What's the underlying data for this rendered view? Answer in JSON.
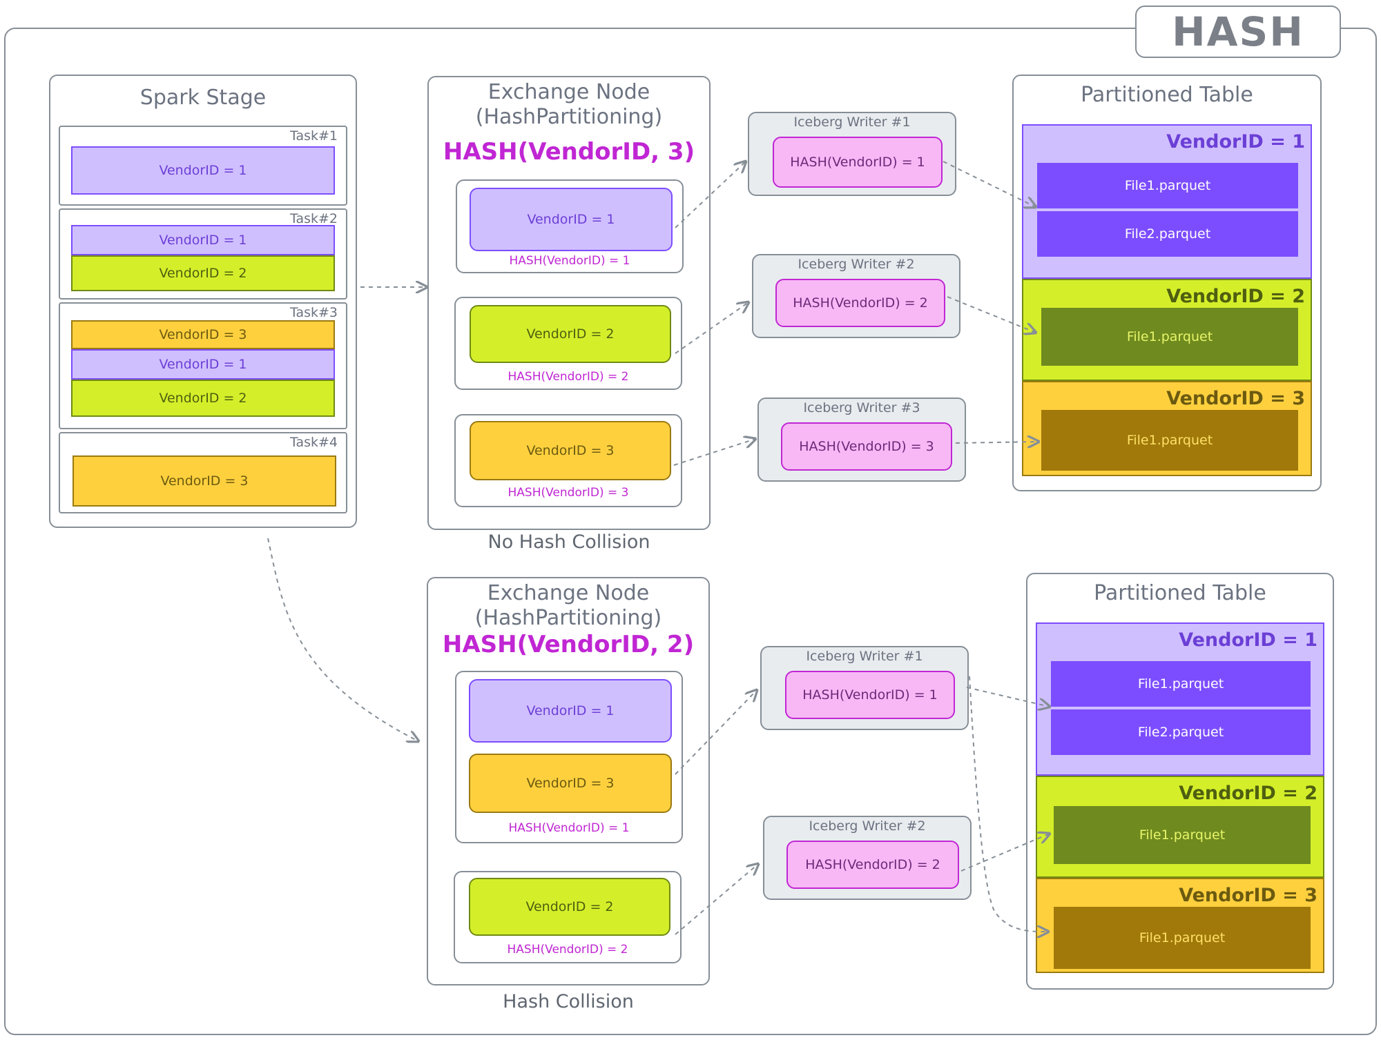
{
  "badge": "HASH",
  "spark_stage": {
    "title": "Spark Stage",
    "tasks": [
      {
        "label": "Task#1",
        "rows": [
          "VendorID = 1"
        ]
      },
      {
        "label": "Task#2",
        "rows": [
          "VendorID = 1",
          "VendorID = 2"
        ]
      },
      {
        "label": "Task#3",
        "rows": [
          "VendorID = 3",
          "VendorID = 1",
          "VendorID = 2"
        ]
      },
      {
        "label": "Task#4",
        "rows": [
          "VendorID = 3"
        ]
      }
    ]
  },
  "no_collision": {
    "exchange_title_1": "Exchange Node",
    "exchange_title_2": "(HashPartitioning)",
    "hash_func": "HASH(VendorID, 3)",
    "groups": [
      {
        "rows": [
          "VendorID = 1"
        ],
        "hash": "HASH(VendorID) = 1"
      },
      {
        "rows": [
          "VendorID = 2"
        ],
        "hash": "HASH(VendorID) = 2"
      },
      {
        "rows": [
          "VendorID = 3"
        ],
        "hash": "HASH(VendorID) = 3"
      }
    ],
    "caption": "No Hash Collision",
    "writers": [
      {
        "title": "Iceberg Writer #1",
        "value": "HASH(VendorID) = 1"
      },
      {
        "title": "Iceberg Writer #2",
        "value": "HASH(VendorID) = 2"
      },
      {
        "title": "Iceberg Writer #3",
        "value": "HASH(VendorID) = 3"
      }
    ],
    "table": {
      "title": "Partitioned Table",
      "partitions": [
        {
          "label": "VendorID = 1",
          "files": [
            "File1.parquet",
            "File2.parquet"
          ]
        },
        {
          "label": "VendorID = 2",
          "files": [
            "File1.parquet"
          ]
        },
        {
          "label": "VendorID = 3",
          "files": [
            "File1.parquet"
          ]
        }
      ]
    }
  },
  "collision": {
    "exchange_title_1": "Exchange Node",
    "exchange_title_2": "(HashPartitioning)",
    "hash_func": "HASH(VendorID, 2)",
    "groups": [
      {
        "rows": [
          "VendorID = 1",
          "VendorID = 3"
        ],
        "hash": "HASH(VendorID) = 1"
      },
      {
        "rows": [
          "VendorID = 2"
        ],
        "hash": "HASH(VendorID) = 2"
      }
    ],
    "caption": "Hash Collision",
    "writers": [
      {
        "title": "Iceberg Writer #1",
        "value": "HASH(VendorID) = 1"
      },
      {
        "title": "Iceberg Writer #2",
        "value": "HASH(VendorID) = 2"
      }
    ],
    "table": {
      "title": "Partitioned Table",
      "partitions": [
        {
          "label": "VendorID = 1",
          "files": [
            "File1.parquet",
            "File2.parquet"
          ]
        },
        {
          "label": "VendorID = 2",
          "files": [
            "File1.parquet"
          ]
        },
        {
          "label": "VendorID = 3",
          "files": [
            "File1.parquet"
          ]
        }
      ]
    }
  },
  "colors": {
    "purple": "#d0bfff",
    "purple_file": "#7c4dff",
    "green": "#d4ef2a",
    "green_file": "#6f8a1e",
    "orange": "#ffd03e",
    "orange_file": "#a0790a",
    "hash_text": "#c026d3",
    "writer_pill": "#f8b8f6"
  }
}
